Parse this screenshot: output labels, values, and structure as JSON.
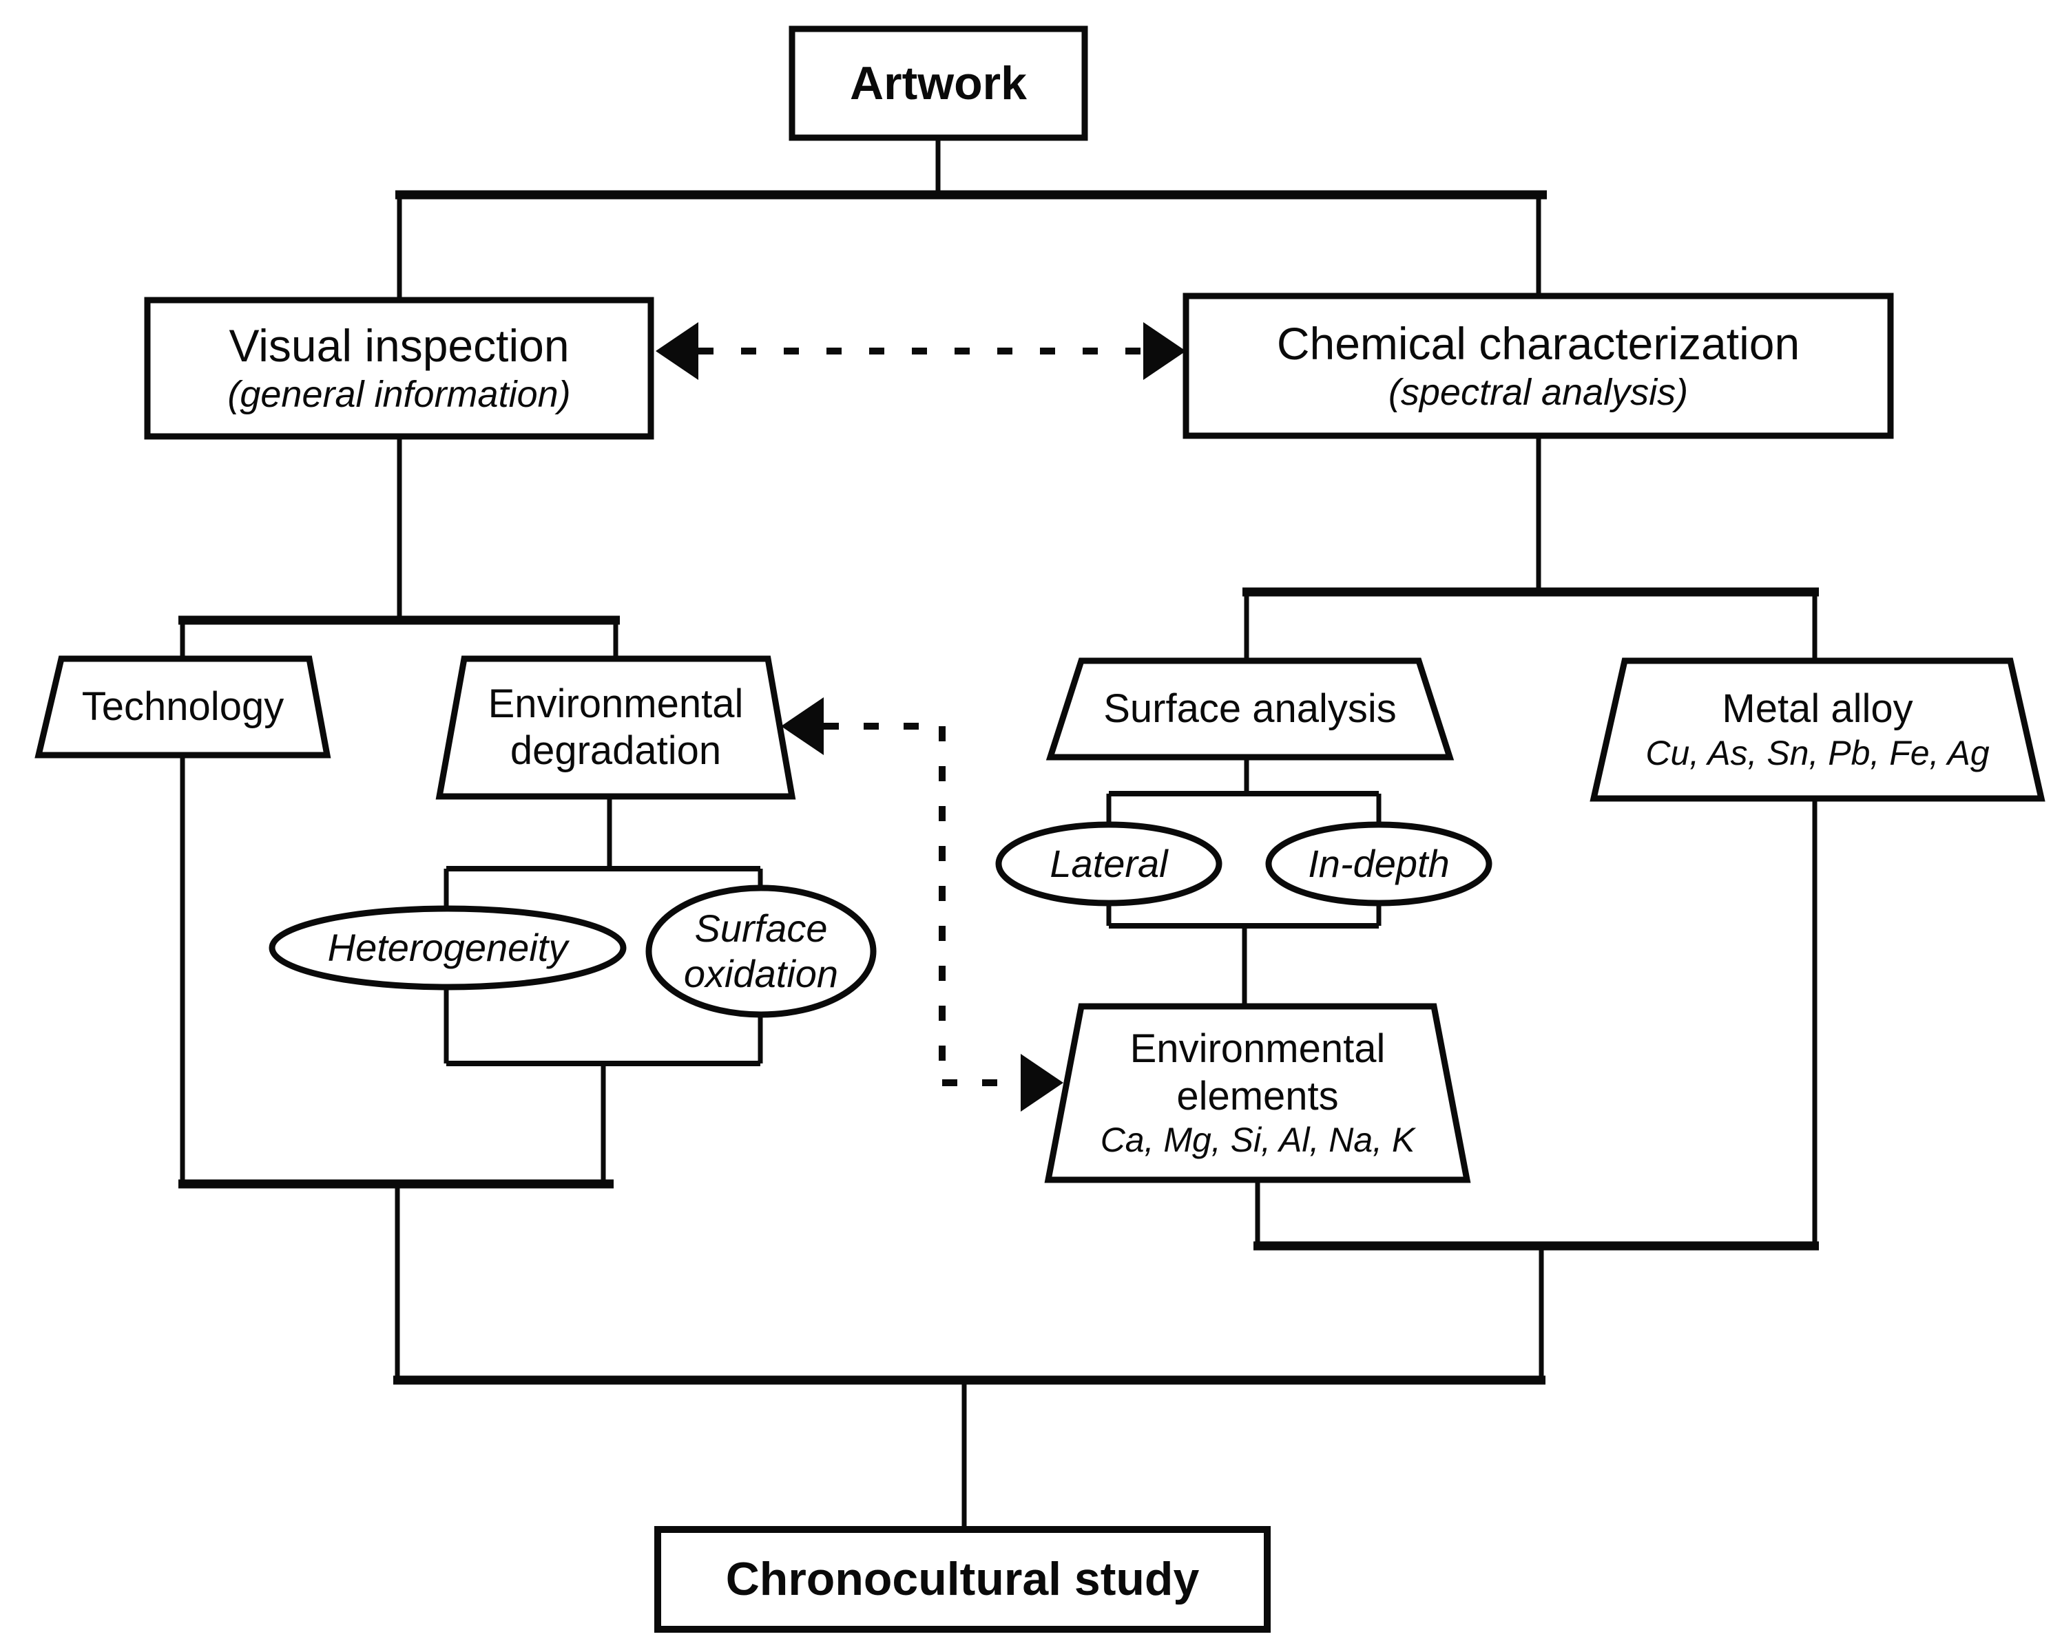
{
  "colors": {
    "line": "#0a0a0a",
    "background": "#ffffff",
    "shape_fill": "#ffffff"
  },
  "nodes": {
    "artwork": {
      "label": "Artwork"
    },
    "visual_inspection": {
      "label": "Visual inspection",
      "sublabel": "(general information)"
    },
    "chemical_characterization": {
      "label": "Chemical characterization",
      "sublabel": "(spectral analysis)"
    },
    "technology": {
      "label": "Technology"
    },
    "environmental_degradation": {
      "line1": "Environmental",
      "line2": "degradation"
    },
    "heterogeneity": {
      "label": "Heterogeneity"
    },
    "surface_oxidation": {
      "line1": "Surface",
      "line2": "oxidation"
    },
    "surface_analysis": {
      "label": "Surface analysis"
    },
    "metal_alloy": {
      "label": "Metal alloy",
      "elements": "Cu, As, Sn, Pb, Fe, Ag"
    },
    "lateral": {
      "label": "Lateral"
    },
    "in_depth": {
      "label": "In-depth"
    },
    "environmental_elements": {
      "line1": "Environmental",
      "line2": "elements",
      "elements": "Ca, Mg, Si, Al, Na, K"
    },
    "chronocultural_study": {
      "label": "Chronocultural study"
    }
  }
}
